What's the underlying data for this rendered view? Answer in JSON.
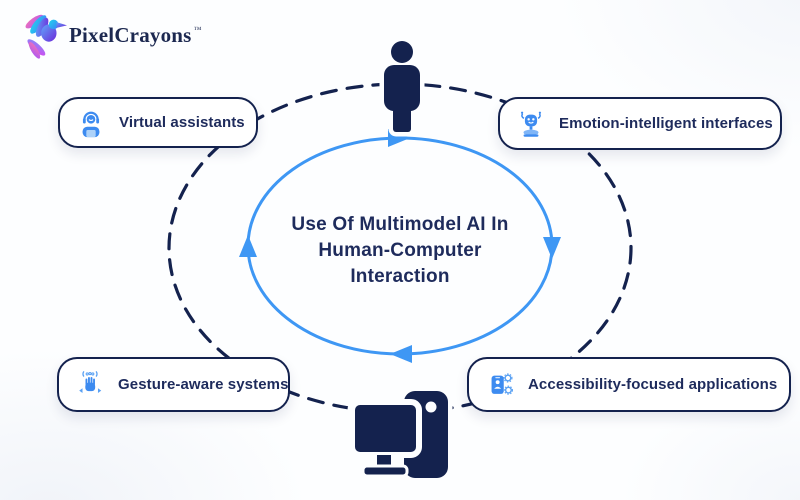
{
  "brand": {
    "name": "PixelCrayons",
    "trademark": "™",
    "logo_icon": "hummingbird-logo-icon"
  },
  "diagram": {
    "title": "Use Of Multimodel AI In Human-Computer Interaction",
    "title_lines": [
      "Use Of Multimodel AI In",
      "Human-Computer",
      "Interaction"
    ],
    "nodes": [
      {
        "label": "Virtual assistants",
        "icon": "virtual-assistant-icon",
        "position": "top-left"
      },
      {
        "label": "Emotion-intelligent interfaces",
        "icon": "emotion-robot-icon",
        "position": "top-right"
      },
      {
        "label": "Gesture-aware systems",
        "icon": "gesture-hand-icon",
        "position": "bottom-left"
      },
      {
        "label": "Accessibility-focused applications",
        "icon": "accessibility-apps-icon",
        "position": "bottom-right"
      }
    ],
    "actors": [
      {
        "name": "human-figure",
        "position": "top-center"
      },
      {
        "name": "computer-workstation",
        "position": "bottom-center"
      }
    ],
    "cycle": {
      "direction": "clockwise",
      "arrow_count": 4
    }
  },
  "colors": {
    "navy": "#14224E",
    "text_navy": "#1E2B5C",
    "cycle_blue": "#3E97F4",
    "icon_blue": "#3D8BF0",
    "icon_blue_light": "#5AA1F3",
    "background": "#FDFEFF"
  }
}
